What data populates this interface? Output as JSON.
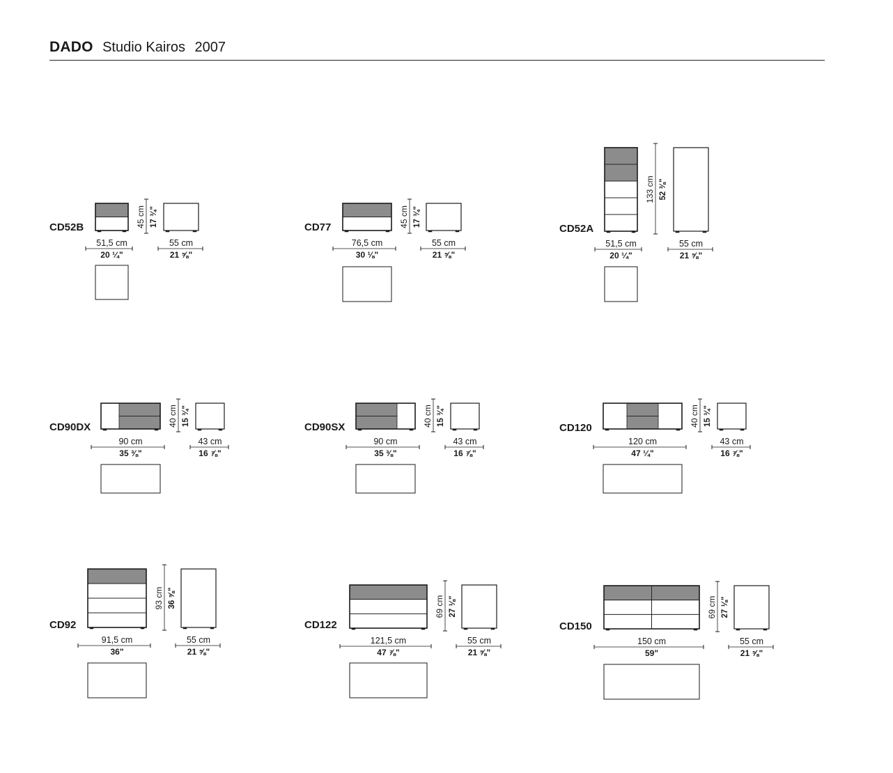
{
  "header": {
    "brand": "DADO",
    "designer": "Studio Kairos",
    "year": "2007"
  },
  "colors": {
    "line": "#1a1a1a",
    "drawer_fill": "#8c8c8c",
    "background": "#ffffff"
  },
  "models": [
    {
      "code": "CD52B",
      "width": {
        "cm": "51,5 cm",
        "in": "20 ¼\""
      },
      "depth": {
        "cm": "55 cm",
        "in": "21 ⅝\""
      },
      "height": {
        "cm": "45 cm",
        "in": "17 ¾\""
      },
      "front": {
        "open_slot": "none",
        "rows": [
          {
            "cols": 1,
            "filled": true
          },
          {
            "cols": 1,
            "filled": false
          }
        ]
      }
    },
    {
      "code": "CD77",
      "width": {
        "cm": "76,5 cm",
        "in": "30 ⅛\""
      },
      "depth": {
        "cm": "55 cm",
        "in": "21 ⅝\""
      },
      "height": {
        "cm": "45 cm",
        "in": "17 ¾\""
      },
      "front": {
        "open_slot": "none",
        "rows": [
          {
            "cols": 1,
            "filled": true
          },
          {
            "cols": 1,
            "filled": false
          }
        ]
      }
    },
    {
      "code": "CD52A",
      "width": {
        "cm": "51,5 cm",
        "in": "20 ¼\""
      },
      "depth": {
        "cm": "55 cm",
        "in": "21 ⅝\""
      },
      "height": {
        "cm": "133 cm",
        "in": "52 ⅜\""
      },
      "front": {
        "open_slot": "none",
        "rows": [
          {
            "cols": 1,
            "filled": true
          },
          {
            "cols": 1,
            "filled": true
          },
          {
            "cols": 1,
            "filled": false
          },
          {
            "cols": 1,
            "filled": false
          },
          {
            "cols": 1,
            "filled": false
          }
        ]
      }
    },
    {
      "code": "CD90DX",
      "width": {
        "cm": "90 cm",
        "in": "35 ⅜\""
      },
      "depth": {
        "cm": "43 cm",
        "in": "16 ⅞\""
      },
      "height": {
        "cm": "40 cm",
        "in": "15 ¾\""
      },
      "front": {
        "open_slot": "left",
        "rows": [
          {
            "cols": 1,
            "filled": true
          },
          {
            "cols": 1,
            "filled": true
          }
        ]
      }
    },
    {
      "code": "CD90SX",
      "width": {
        "cm": "90 cm",
        "in": "35 ⅜\""
      },
      "depth": {
        "cm": "43 cm",
        "in": "16 ⅞\""
      },
      "height": {
        "cm": "40 cm",
        "in": "15 ¾\""
      },
      "front": {
        "open_slot": "right",
        "rows": [
          {
            "cols": 1,
            "filled": true
          },
          {
            "cols": 1,
            "filled": true
          }
        ]
      }
    },
    {
      "code": "CD120",
      "width": {
        "cm": "120 cm",
        "in": "47 ¼\""
      },
      "depth": {
        "cm": "43 cm",
        "in": "16 ⅞\""
      },
      "height": {
        "cm": "40 cm",
        "in": "15 ¾\""
      },
      "front": {
        "open_slot": "both",
        "rows": [
          {
            "cols": 1,
            "filled": true
          },
          {
            "cols": 1,
            "filled": true
          }
        ]
      }
    },
    {
      "code": "CD92",
      "width": {
        "cm": "91,5 cm",
        "in": "36\""
      },
      "depth": {
        "cm": "55 cm",
        "in": "21 ⅝\""
      },
      "height": {
        "cm": "93 cm",
        "in": "36 ⅝\""
      },
      "front": {
        "open_slot": "none",
        "rows": [
          {
            "cols": 1,
            "filled": true
          },
          {
            "cols": 1,
            "filled": false
          },
          {
            "cols": 1,
            "filled": false
          },
          {
            "cols": 1,
            "filled": false
          }
        ]
      }
    },
    {
      "code": "CD122",
      "width": {
        "cm": "121,5 cm",
        "in": "47 ⅞\""
      },
      "depth": {
        "cm": "55 cm",
        "in": "21 ⅝\""
      },
      "height": {
        "cm": "69 cm",
        "in": "27 ⅛\""
      },
      "front": {
        "open_slot": "none",
        "rows": [
          {
            "cols": 1,
            "filled": true
          },
          {
            "cols": 1,
            "filled": false
          },
          {
            "cols": 1,
            "filled": false
          }
        ]
      }
    },
    {
      "code": "CD150",
      "width": {
        "cm": "150 cm",
        "in": "59\""
      },
      "depth": {
        "cm": "55 cm",
        "in": "21 ⅝\""
      },
      "height": {
        "cm": "69 cm",
        "in": "27 ⅛\""
      },
      "front": {
        "open_slot": "none",
        "rows": [
          {
            "cols": 2,
            "filled": true
          },
          {
            "cols": 2,
            "filled": false
          },
          {
            "cols": 2,
            "filled": false
          }
        ]
      }
    }
  ]
}
